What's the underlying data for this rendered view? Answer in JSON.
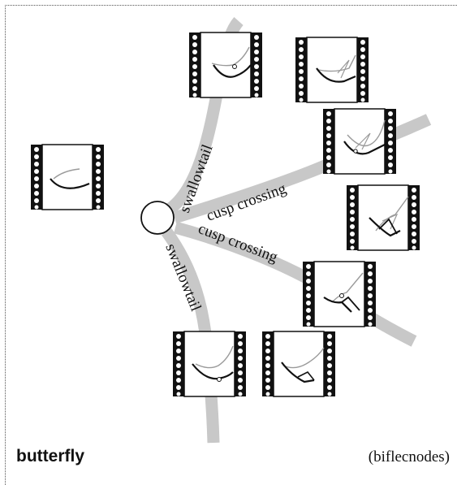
{
  "labels": {
    "main_title": "butterfly",
    "note": "(biflecnodes)",
    "branch_upper": "swallowtail",
    "branch_lower": "swallowtail",
    "cusp_crossing_upper": "cusp crossing",
    "cusp_crossing_lower": "cusp crossing"
  },
  "colors": {
    "branch_band": "#c8c8c8",
    "curve_dark": "#111111",
    "curve_light": "#9a9a9a",
    "film_black": "#111111"
  },
  "icons": {
    "film_frame": "film-strip-frame"
  }
}
